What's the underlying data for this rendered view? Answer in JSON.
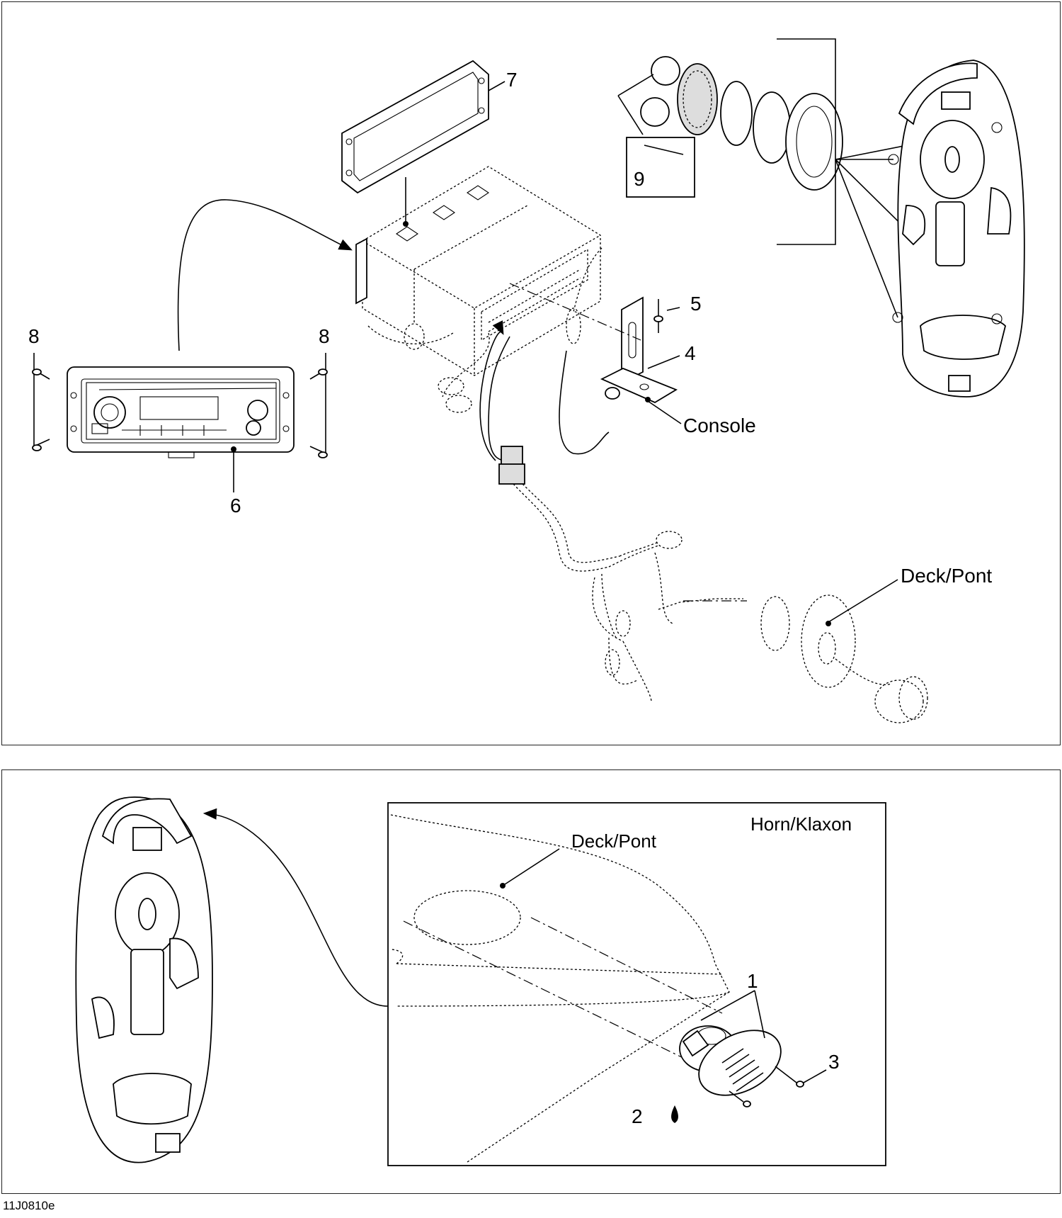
{
  "figure_code": "11J0810e",
  "top_panel": {
    "callouts": {
      "c1": "7",
      "c2": "9",
      "c3": "5",
      "c4": "4",
      "c5": "8",
      "c6": "8",
      "c7": "6"
    },
    "labels": {
      "console": "Console",
      "deck": "Deck/Pont"
    }
  },
  "bottom_panel": {
    "inset_title": "Horn/Klaxon",
    "labels": {
      "deck": "Deck/Pont"
    },
    "callouts": {
      "c1": "1",
      "c2": "2",
      "c3": "3"
    }
  }
}
